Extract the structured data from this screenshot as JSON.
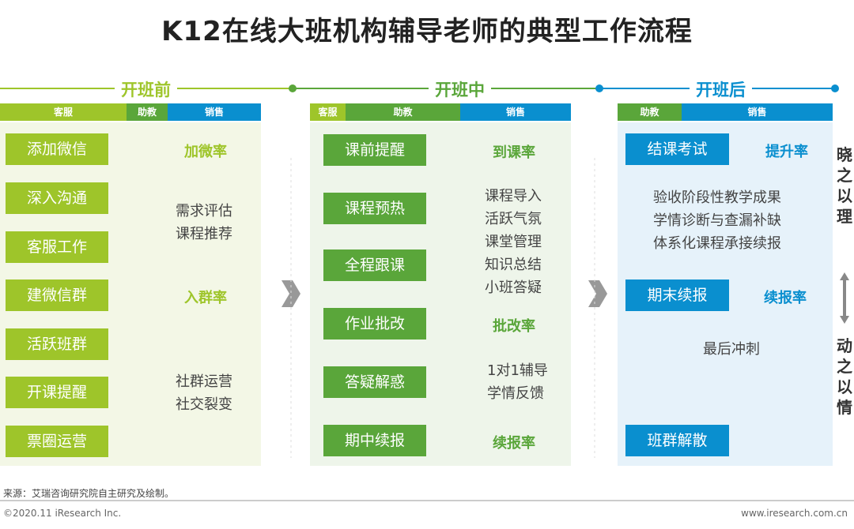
{
  "title": "K12在线大班机构辅导老师的典型工作流程",
  "colors": {
    "kefu": "#9ec52a",
    "zhujiao": "#5aa63a",
    "xiaoshou": "#0a8fcf"
  },
  "phases": [
    {
      "name": "开班前",
      "roles": [
        "客服",
        "助教",
        "销售"
      ],
      "steps": [
        "添加微信",
        "深入沟通",
        "客服工作",
        "建微信群",
        "活跃班群",
        "开课提醒",
        "票圈运营"
      ],
      "kpis": [
        "加微率",
        "入群率"
      ],
      "notes": [
        "需求评估",
        "课程推荐",
        "社群运营",
        "社交裂变"
      ]
    },
    {
      "name": "开班中",
      "roles": [
        "客服",
        "助教",
        "销售"
      ],
      "steps": [
        "课前提醒",
        "课程预热",
        "全程跟课",
        "作业批改",
        "答疑解惑",
        "期中续报"
      ],
      "kpis": [
        "到课率",
        "批改率",
        "续报率"
      ],
      "notes": [
        "课程导入",
        "活跃气氛",
        "课堂管理",
        "知识总结",
        "小班答疑",
        "1对1辅导",
        "学情反馈"
      ]
    },
    {
      "name": "开班后",
      "roles": [
        "助教",
        "销售"
      ],
      "steps": [
        "结课考试",
        "期末续报",
        "班群解散"
      ],
      "kpis": [
        "提升率",
        "续报率"
      ],
      "notes": [
        "验收阶段性教学成果",
        "学情诊断与查漏补缺",
        "体系化课程承接续报",
        "最后冲刺"
      ]
    }
  ],
  "side": {
    "top": "晓之以理",
    "bottom": "动之以情"
  },
  "footer": {
    "source": "来源：艾瑞咨询研究院自主研究及绘制。",
    "copyright": "©2020.11 iResearch Inc.",
    "url": "www.iresearch.com.cn"
  }
}
